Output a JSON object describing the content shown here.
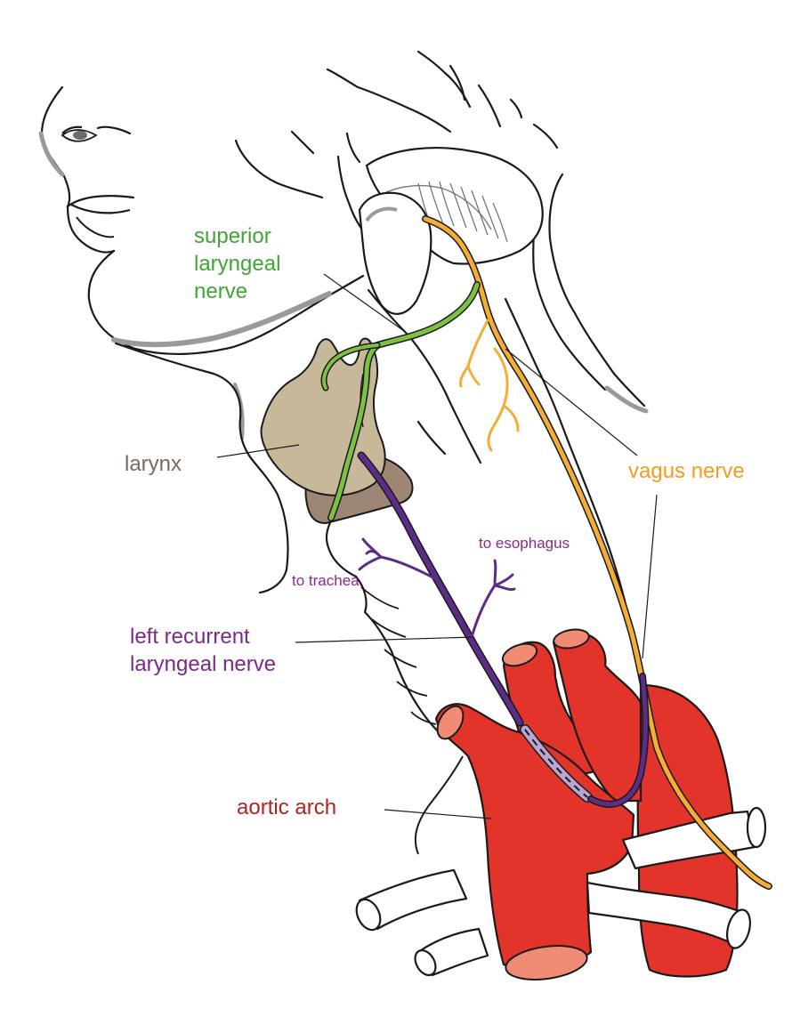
{
  "labels": {
    "superior_laryngeal": [
      "superior",
      "laryngeal",
      "nerve"
    ],
    "larynx": "larynx",
    "vagus": "vagus nerve",
    "to_esophagus": "to esophagus",
    "to_trachea": "to trachea",
    "left_recurrent": [
      "left recurrent",
      "laryngeal nerve"
    ],
    "aortic_arch": "aortic arch"
  },
  "colors": {
    "superior_laryngeal": "#3fa535",
    "larynx": "#7a6a5c",
    "vagus": "#f39c1f",
    "branches": "#8a2a8a",
    "left_recurrent": "#7a2a8a",
    "aortic_arch": "#b32222",
    "aorta_fill": "#e3342b",
    "aorta_cut": "#f08c74",
    "cartilage": "#c8b89a",
    "cricoid": "#9e8675",
    "nerve_purple": "#5b2d86",
    "nerve_dashed": "#b9a6d3",
    "green_nerve": "#7cc142",
    "vagus_fill": "#f5ad35"
  }
}
